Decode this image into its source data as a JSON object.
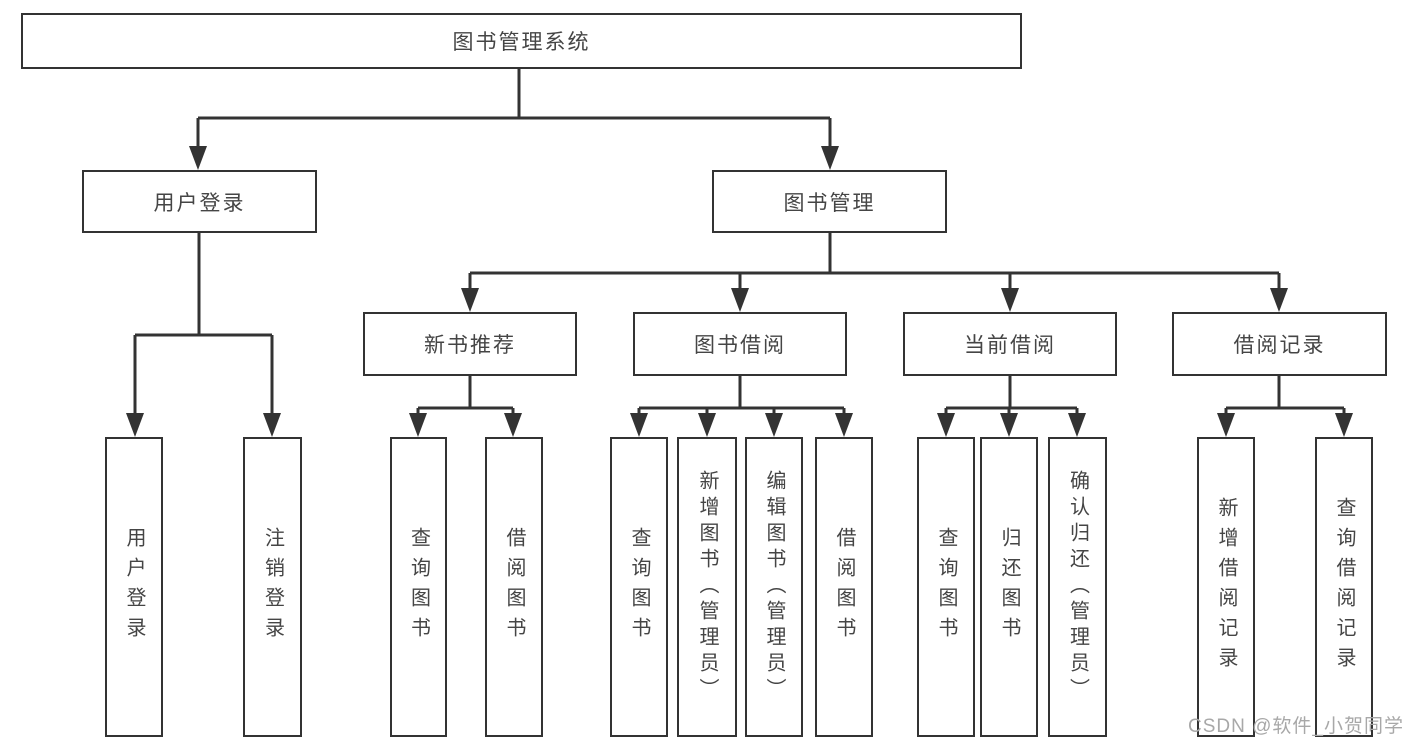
{
  "tree": {
    "root": "图书管理系统",
    "branches": [
      {
        "label": "用户登录",
        "children": [
          "用户登录",
          "注销登录"
        ]
      },
      {
        "label": "图书管理",
        "sections": [
          {
            "label": "新书推荐",
            "children": [
              "查询图书",
              "借阅图书"
            ]
          },
          {
            "label": "图书借阅",
            "children": [
              "查询图书",
              "新增图书（管理员）",
              "编辑图书（管理员）",
              "借阅图书"
            ]
          },
          {
            "label": "当前借阅",
            "children": [
              "查询图书",
              "归还图书",
              "确认归还（管理员）"
            ]
          },
          {
            "label": "借阅记录",
            "children": [
              "新增借阅记录",
              "查询借阅记录"
            ]
          }
        ]
      }
    ]
  },
  "watermark": "CSDN @软件_小贺同学",
  "colors": {
    "line": "#333333",
    "box_background": "#ffffff",
    "text": "#454545",
    "watermark": "#a8a8a8",
    "page_background": "#ffffff"
  }
}
